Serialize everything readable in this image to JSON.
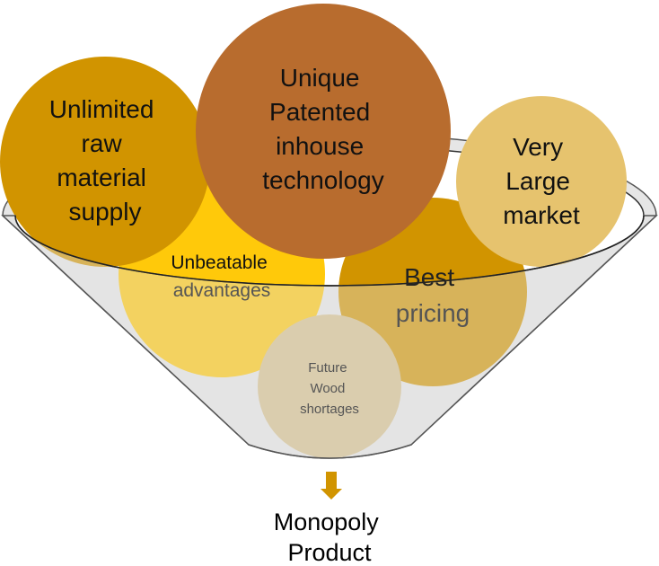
{
  "diagram": {
    "circles": {
      "raw_material": {
        "lines": [
          "Unlimited",
          "raw",
          "material",
          "supply"
        ],
        "color": "#D19400"
      },
      "technology": {
        "lines": [
          "Unique",
          "Patented",
          "inhouse",
          "technology"
        ],
        "color": "#B86C2E"
      },
      "market": {
        "lines": [
          "Very",
          "Large",
          "market"
        ],
        "color": "#E6C36E"
      },
      "advantages": {
        "lines": [
          "Unbeatable",
          "advantages"
        ],
        "color": "#FFC90A"
      },
      "pricing": {
        "lines": [
          "Best",
          "pricing"
        ],
        "color": "#D19400"
      },
      "wood": {
        "lines": [
          "Future",
          "Wood",
          "shortages"
        ],
        "color": "#D6C08C"
      }
    },
    "funnel_color": "#E6E6E6",
    "arrow_color": "#D19400",
    "output": {
      "lines": [
        "Monopoly",
        "Product"
      ]
    }
  }
}
